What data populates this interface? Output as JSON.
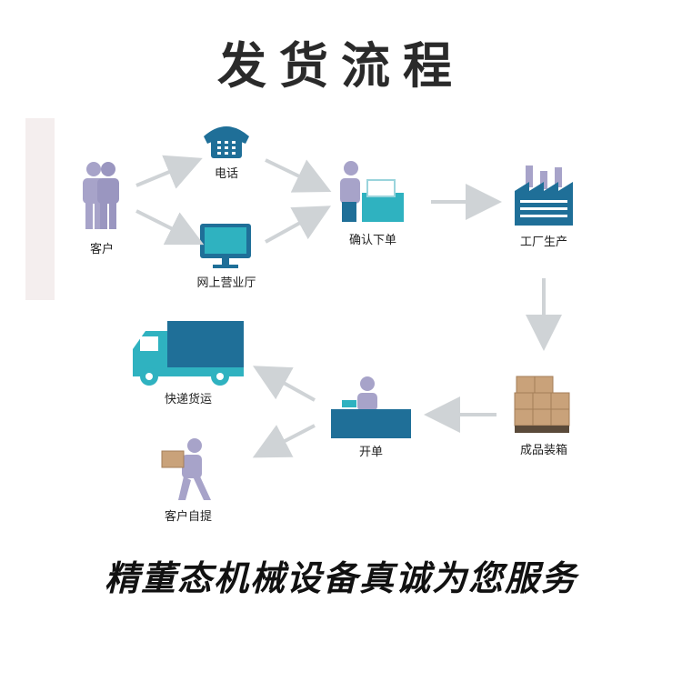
{
  "title": "发货流程",
  "slogan": "精董态机械设备真诚为您服务",
  "nodes": {
    "customer": "客户",
    "phone": "电话",
    "online_hall": "网上营业厅",
    "confirm_order": "确认下单",
    "factory": "工厂生产",
    "packing": "成品装箱",
    "invoice": "开单",
    "express": "快递货运",
    "pickup": "客户自提"
  },
  "colors": {
    "primary": "#1f6f98",
    "teal": "#2fb2c0",
    "person": "#a7a3c9",
    "arrow": "#cfd3d6",
    "box": "#c9a27a"
  }
}
